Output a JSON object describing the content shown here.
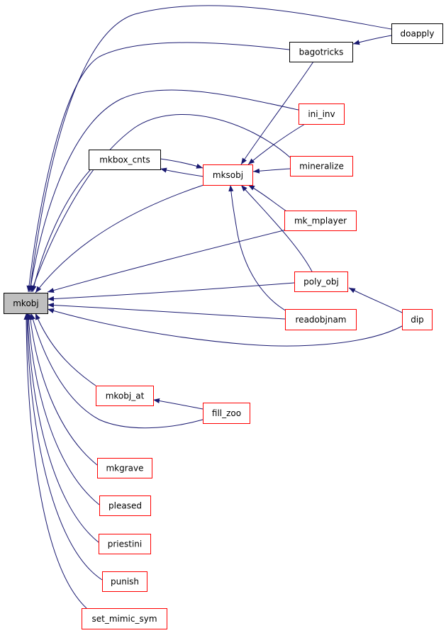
{
  "colors": {
    "edge": "#191970",
    "focus_fill": "#bfbfbf",
    "node_fill": "#ffffff",
    "border_black": "#000000",
    "border_red": "#ff0000"
  },
  "nodes": {
    "mkobj": {
      "label": "mkobj",
      "style": "focus"
    },
    "mkbox_cnts": {
      "label": "mkbox_cnts",
      "style": "black"
    },
    "mksobj": {
      "label": "mksobj",
      "style": "red"
    },
    "bagotricks": {
      "label": "bagotricks",
      "style": "black"
    },
    "doapply": {
      "label": "doapply",
      "style": "black"
    },
    "ini_inv": {
      "label": "ini_inv",
      "style": "red"
    },
    "mineralize": {
      "label": "mineralize",
      "style": "red"
    },
    "mk_mplayer": {
      "label": "mk_mplayer",
      "style": "red"
    },
    "poly_obj": {
      "label": "poly_obj",
      "style": "red"
    },
    "readobjnam": {
      "label": "readobjnam",
      "style": "red"
    },
    "dip": {
      "label": "dip",
      "style": "red"
    },
    "mkobj_at": {
      "label": "mkobj_at",
      "style": "red"
    },
    "fill_zoo": {
      "label": "fill_zoo",
      "style": "red"
    },
    "mkgrave": {
      "label": "mkgrave",
      "style": "red"
    },
    "pleased": {
      "label": "pleased",
      "style": "red"
    },
    "priestini": {
      "label": "priestini",
      "style": "red"
    },
    "punish": {
      "label": "punish",
      "style": "red"
    },
    "set_mimic_sym": {
      "label": "set_mimic_sym",
      "style": "red"
    }
  },
  "edges": [
    {
      "from": "doapply",
      "to": "bagotricks"
    },
    {
      "from": "doapply",
      "to": "mkobj"
    },
    {
      "from": "bagotricks",
      "to": "mkobj"
    },
    {
      "from": "bagotricks",
      "to": "mksobj"
    },
    {
      "from": "ini_inv",
      "to": "mkobj"
    },
    {
      "from": "ini_inv",
      "to": "mksobj"
    },
    {
      "from": "mineralize",
      "to": "mkobj"
    },
    {
      "from": "mineralize",
      "to": "mksobj"
    },
    {
      "from": "mkbox_cnts",
      "to": "mkobj"
    },
    {
      "from": "mkbox_cnts",
      "to": "mksobj"
    },
    {
      "from": "mksobj",
      "to": "mkbox_cnts"
    },
    {
      "from": "mksobj",
      "to": "mkobj"
    },
    {
      "from": "mk_mplayer",
      "to": "mkobj"
    },
    {
      "from": "mk_mplayer",
      "to": "mksobj"
    },
    {
      "from": "poly_obj",
      "to": "mkobj"
    },
    {
      "from": "poly_obj",
      "to": "mksobj"
    },
    {
      "from": "readobjnam",
      "to": "mkobj"
    },
    {
      "from": "readobjnam",
      "to": "mksobj"
    },
    {
      "from": "dip",
      "to": "poly_obj"
    },
    {
      "from": "dip",
      "to": "mkobj"
    },
    {
      "from": "mkobj_at",
      "to": "mkobj"
    },
    {
      "from": "fill_zoo",
      "to": "mkobj_at"
    },
    {
      "from": "fill_zoo",
      "to": "mkobj"
    },
    {
      "from": "mkgrave",
      "to": "mkobj"
    },
    {
      "from": "pleased",
      "to": "mkobj"
    },
    {
      "from": "priestini",
      "to": "mkobj"
    },
    {
      "from": "punish",
      "to": "mkobj"
    },
    {
      "from": "set_mimic_sym",
      "to": "mkobj"
    }
  ]
}
